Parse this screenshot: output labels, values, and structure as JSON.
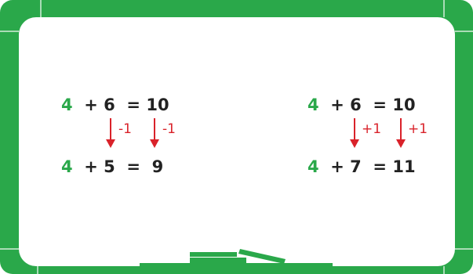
{
  "board": {
    "frame_color": "#2aa84a",
    "surface_color": "#ffffff",
    "arrow_color": "#d9222a",
    "number_accent": "#2aa84a"
  },
  "left": {
    "top_equation": {
      "a": "4",
      "op": "+",
      "b": "6",
      "eq": "=",
      "result": "10"
    },
    "bottom_equation": {
      "a": "4",
      "op": "+",
      "b": "5",
      "eq": "=",
      "result": "9"
    },
    "change_b": "-1",
    "change_result": "-1"
  },
  "right": {
    "top_equation": {
      "a": "4",
      "op": "+",
      "b": "6",
      "eq": "=",
      "result": "10"
    },
    "bottom_equation": {
      "a": "4",
      "op": "+",
      "b": "7",
      "eq": "=",
      "result": "11"
    },
    "change_b": "+1",
    "change_result": "+1"
  }
}
